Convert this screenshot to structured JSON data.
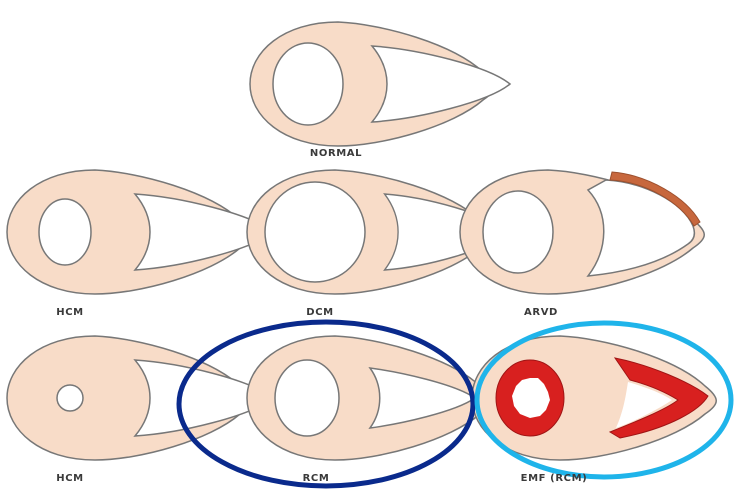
{
  "colors": {
    "myocardium": "#f8dcc8",
    "outline": "#777777",
    "cavity": "#ffffff",
    "fibrosis": "#c7673d",
    "scar": "#d8201f",
    "highlight_dark": "#0a2a8c",
    "highlight_light": "#1fb4ea"
  },
  "panels": [
    {
      "id": "normal",
      "label": "NORMAL"
    },
    {
      "id": "hcm-1",
      "label": "HCM"
    },
    {
      "id": "dcm",
      "label": "DCM"
    },
    {
      "id": "arvd",
      "label": "ARVD"
    },
    {
      "id": "hcm-2",
      "label": "HCM"
    },
    {
      "id": "rcm",
      "label": "RCM"
    },
    {
      "id": "emf",
      "label": "EMF (RCM)"
    }
  ]
}
